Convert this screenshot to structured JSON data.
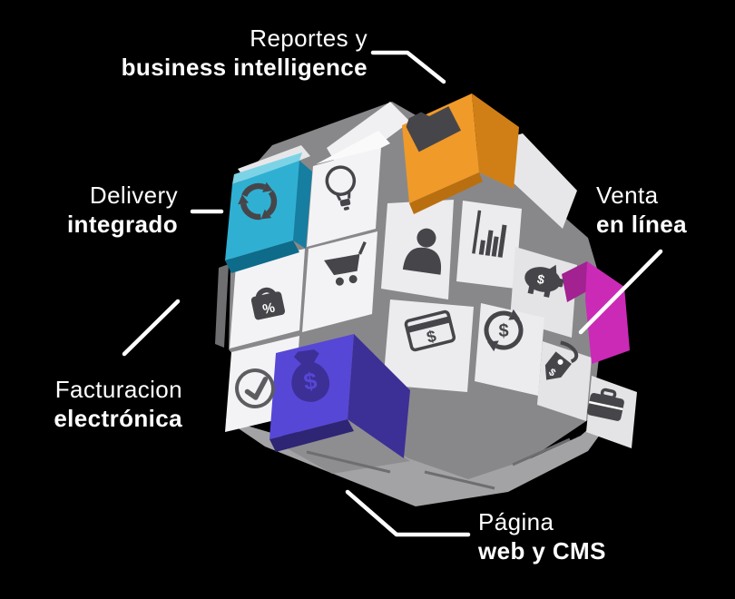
{
  "labels": {
    "reportes": {
      "line1": "Reportes y",
      "line2": "business intelligence"
    },
    "delivery": {
      "line1": "Delivery",
      "line2": "integrado"
    },
    "venta": {
      "line1": "Venta",
      "line2": "en línea"
    },
    "facturacion": {
      "line1": "Facturacion",
      "line2": "electrónica"
    },
    "pagina": {
      "line1": "Página",
      "line2": "web y CMS"
    }
  },
  "icon_glyphs": {
    "dollar": "$",
    "percent": "%"
  },
  "icons": [
    "folder-icon",
    "lightbulb-icon",
    "recycle-icon",
    "person-icon",
    "bar-chart-icon",
    "shopping-cart-icon",
    "lock-percent-icon",
    "piggy-bank-icon",
    "credit-card-icon",
    "currency-cycle-icon",
    "check-circle-icon",
    "money-bag-icon",
    "price-tag-icon",
    "briefcase-icon"
  ],
  "colors": {
    "background": "#000000",
    "text": "#ffffff",
    "line": "#ffffff",
    "body": "#88888b",
    "under": "#a3a3a5",
    "under_seam": "#6e6e71",
    "shadow_wedge": "#8e8e91",
    "edge": "#6f6f72",
    "tile_a": "#f3f3f5",
    "tile_b": "#ececee",
    "tile_c": "#e4e4e6",
    "tile_top": "#fafafb",
    "top_a": "#f0f0f2",
    "top_b": "#e7e7e9",
    "teal": "#2fb0d3",
    "teal_top": "#7dd3e6",
    "teal_side": "#157ea1",
    "teal_bot": "#0e6b8a",
    "orange": "#f09a29",
    "orange_side": "#d07f16",
    "orange_bot": "#b96f10",
    "purple": "#5747d6",
    "purple_side": "#3c2f96",
    "purple_bot": "#2e2575",
    "magenta": "#cb2ab7",
    "magenta_side": "#a12290",
    "icon": "#46464a",
    "icon_soft": "#5d5d61",
    "icon_cut": "#ffffff"
  }
}
